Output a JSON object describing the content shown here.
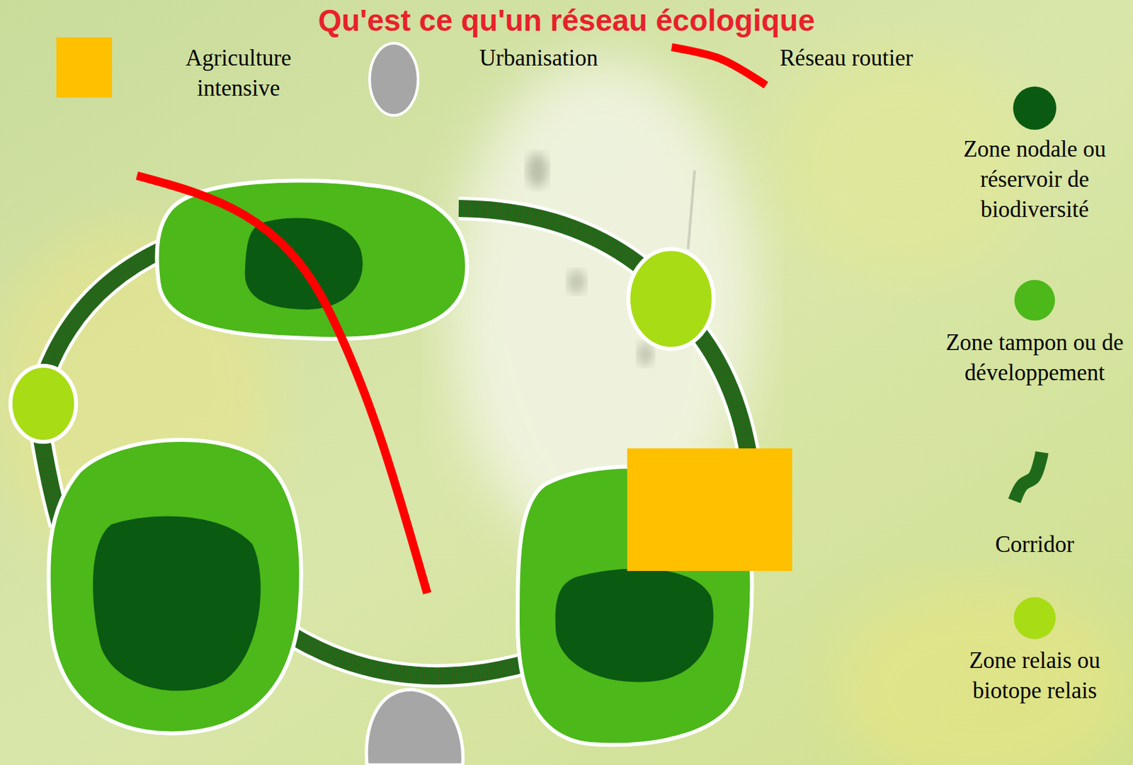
{
  "diagram": {
    "title": "Qu'est ce qu'un réseau écologique",
    "legend": [
      {
        "text": "Agriculture intensive",
        "color": "#ffc000"
      },
      {
        "text": "Urbanisation",
        "color": "#a6a6a6"
      },
      {
        "text": "Réseau routier"
      },
      {
        "text": "Zone nodale ou réservoir de biodiversité",
        "color": "#0b5a12"
      },
      {
        "text": "Zone tampon ou de développement",
        "color": "#4cb81a"
      },
      {
        "text": "Corridor"
      },
      {
        "text": "Zone relais ou biotope relais",
        "color": "#a8dc14"
      }
    ]
  }
}
